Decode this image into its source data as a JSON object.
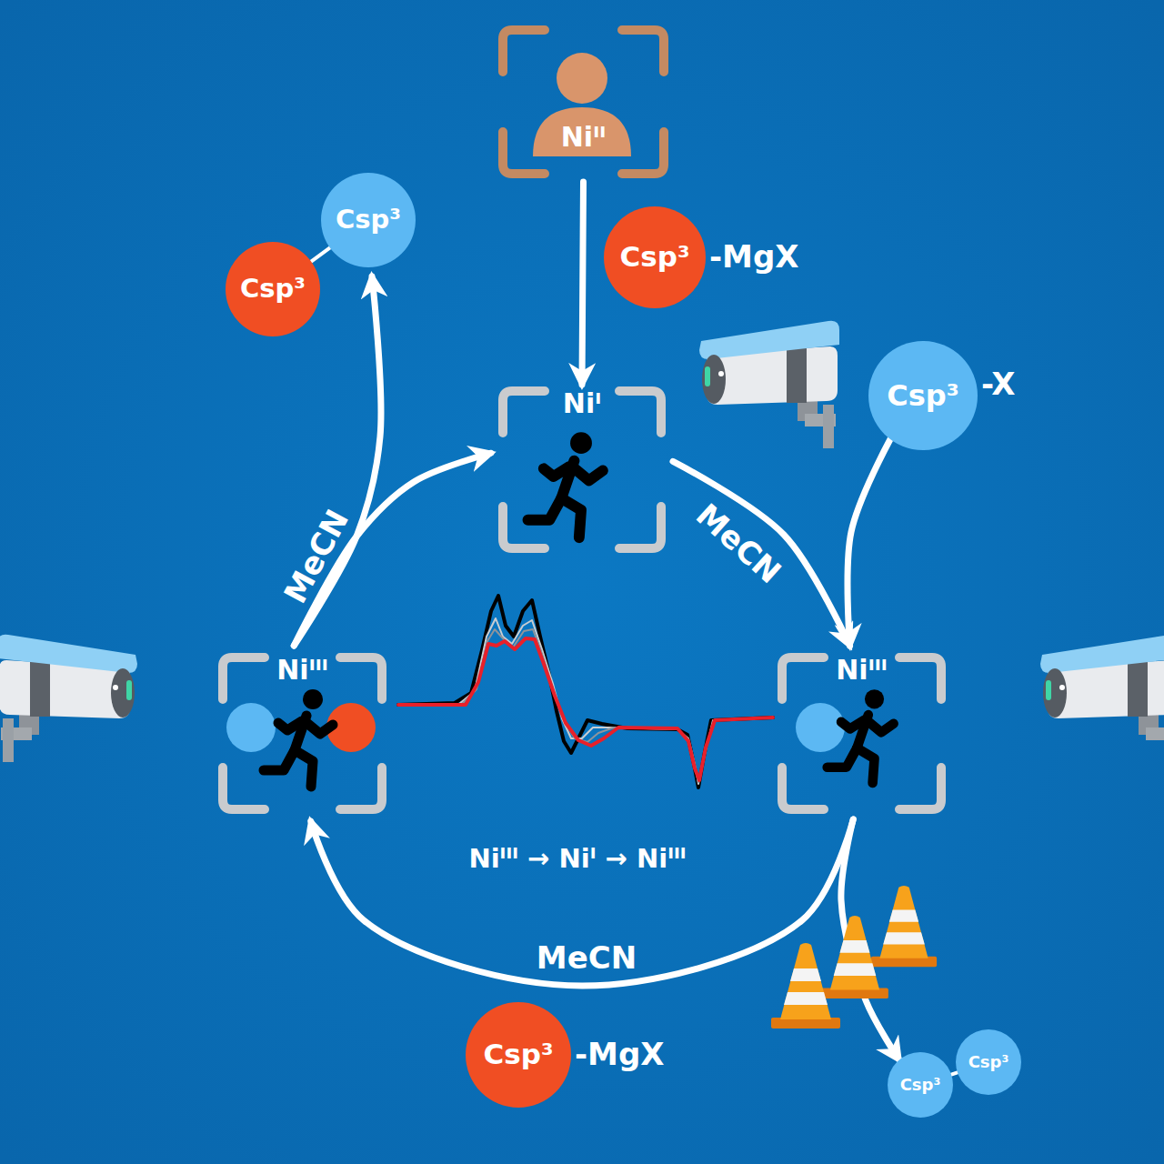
{
  "diagram": {
    "nodes": [
      {
        "text": [
          "Niᴵᴵ"
        ]
      },
      {
        "text": [
          "Csp³"
        ]
      },
      {
        "text": [
          "Csp³"
        ]
      },
      {
        "text": [
          "Csp³",
          "-MgX"
        ]
      },
      {
        "text": [
          "Csp³",
          "-X"
        ]
      },
      {
        "text": [
          "Niᴵ"
        ]
      },
      {
        "text": [
          "Niᴵᴵᴵ"
        ]
      },
      {
        "text": [
          "Niᴵᴵᴵ"
        ]
      },
      {
        "text": [
          "Csp³",
          "-MgX"
        ]
      },
      {
        "text": [
          "Csp³"
        ]
      },
      {
        "text": [
          "Csp³"
        ]
      }
    ],
    "edges": [
      {
        "from": 0,
        "to": 5,
        "arrow": "to"
      },
      {
        "from": 1,
        "to": 2,
        "arrow": "none"
      },
      {
        "from": 5,
        "to": 7,
        "label": "MeCN",
        "arrow": "to"
      },
      {
        "from": 4,
        "to": 7,
        "arrow": "to"
      },
      {
        "from": 7,
        "to": 6,
        "label": "MeCN",
        "arrow": "to"
      },
      {
        "from": 6,
        "to": 5,
        "label": "MeCN",
        "arrow": "to"
      },
      {
        "from": 6,
        "to": 2,
        "arrow": "to"
      },
      {
        "from": 7,
        "to": 9,
        "arrow": "to"
      },
      {
        "from": 9,
        "to": 10,
        "arrow": "none"
      }
    ],
    "labels": [
      "Niᴵᴵᴵ → Niᴵ → Niᴵᴵᴵ"
    ]
  }
}
